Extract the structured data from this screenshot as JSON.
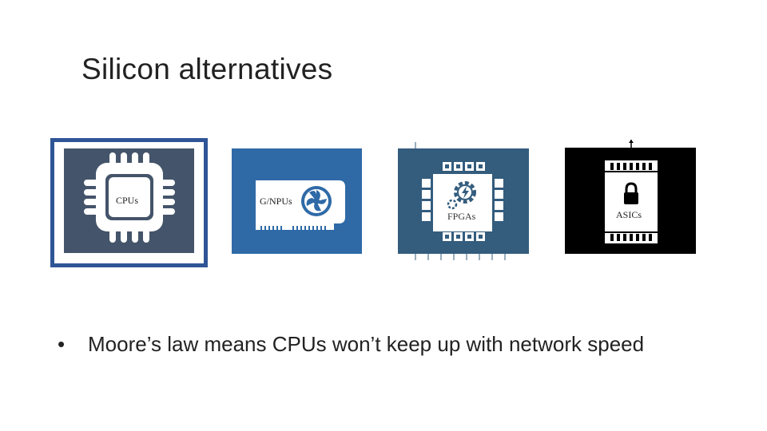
{
  "slide": {
    "title": "Silicon alternatives",
    "bullet": "Moore’s law means CPUs won’t keep up with network speed"
  },
  "tiles": [
    {
      "label": "CPUs",
      "icon": "cpu-chip-icon",
      "bg": "#44546a",
      "selected": true
    },
    {
      "label": "G/NPUs",
      "icon": "graphics-card-icon",
      "bg": "#2f6aa7",
      "selected": false
    },
    {
      "label": "FPGAs",
      "icon": "fpga-chip-icon",
      "bg": "#335c7d",
      "selected": false
    },
    {
      "label": "ASICs",
      "icon": "asic-chip-icon",
      "bg": "#000000",
      "selected": false
    }
  ],
  "colors": {
    "selection_border": "#2f5597",
    "text": "#222222"
  }
}
